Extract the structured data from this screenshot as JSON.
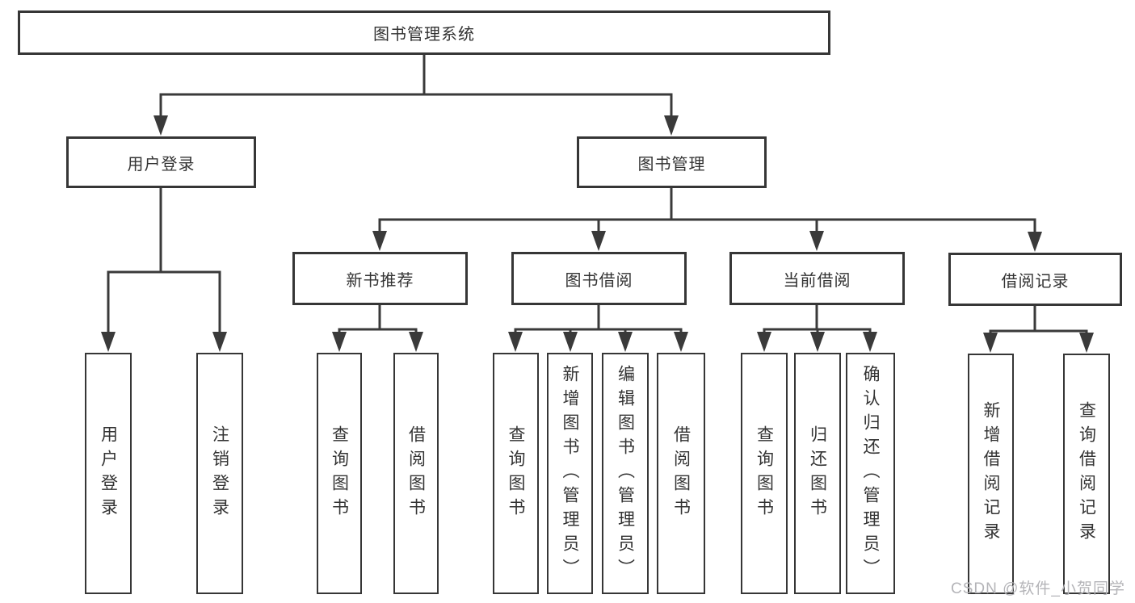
{
  "watermark": "CSDN @软件_小贺同学",
  "colors": {
    "line": "#3a3a3a",
    "box_border": "#363636",
    "box_fill": "#ffffff",
    "text": "#333333",
    "watermark": "#b4b4b8"
  },
  "tree": {
    "root": {
      "label": "图书管理系统",
      "children": [
        {
          "label": "用户登录",
          "children": [
            {
              "label": "用户登录"
            },
            {
              "label": "注销登录"
            }
          ]
        },
        {
          "label": "图书管理",
          "children": [
            {
              "label": "新书推荐",
              "children": [
                {
                  "label": "查询图书"
                },
                {
                  "label": "借阅图书"
                }
              ]
            },
            {
              "label": "图书借阅",
              "children": [
                {
                  "label": "查询图书"
                },
                {
                  "label": "新增图书（管理员）"
                },
                {
                  "label": "编辑图书（管理员）"
                },
                {
                  "label": "借阅图书"
                }
              ]
            },
            {
              "label": "当前借阅",
              "children": [
                {
                  "label": "查询图书"
                },
                {
                  "label": "归还图书"
                },
                {
                  "label": "确认归还（管理员）"
                }
              ]
            },
            {
              "label": "借阅记录",
              "children": [
                {
                  "label": "新增借阅记录"
                },
                {
                  "label": "查询借阅记录"
                }
              ]
            }
          ]
        }
      ]
    }
  }
}
